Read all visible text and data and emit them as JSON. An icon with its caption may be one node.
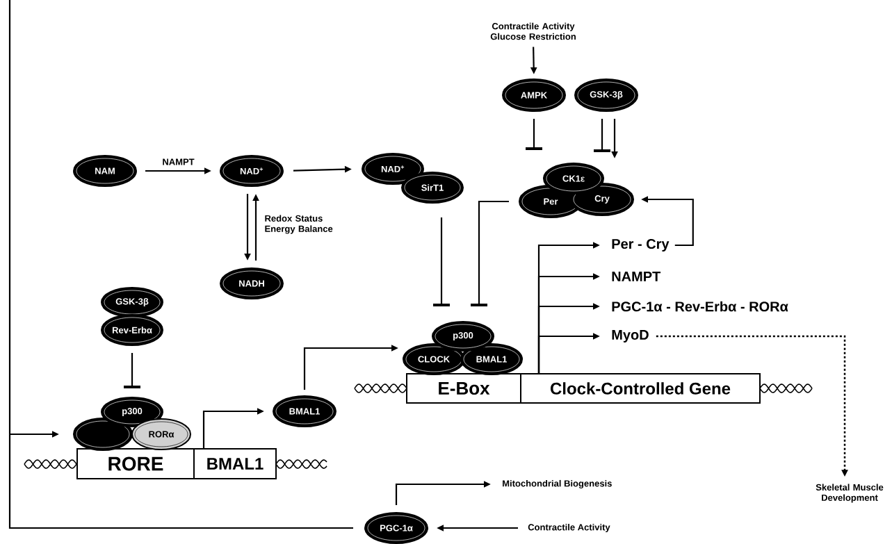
{
  "diagram": {
    "nodes": [
      {
        "text": [
          "Contractile Activity Glucose Restriction"
        ]
      },
      {
        "text": [
          "AMPK"
        ]
      },
      {
        "text": [
          "GSK-3β"
        ]
      },
      {
        "text": [
          "NAM"
        ]
      },
      {
        "text": [
          "NAD$^{+}$"
        ]
      },
      {
        "text": [
          "NAD$^{+}$"
        ]
      },
      {
        "text": [
          "SirT1"
        ]
      },
      {
        "text": [
          "CK1ε"
        ]
      },
      {
        "text": [
          "Per"
        ]
      },
      {
        "text": [
          "Cry"
        ]
      },
      {
        "text": [
          "NADH"
        ]
      },
      {
        "text": [
          "GSK-3β"
        ]
      },
      {
        "text": [
          "Rev-Erbα"
        ]
      },
      {
        "text": [
          "p300"
        ]
      },
      {
        "text": [],
        "shape": "ellipse"
      },
      {
        "text": [
          "RORα"
        ]
      },
      {
        "text": [
          "RORE"
        ]
      },
      {
        "text": [
          "BMAL1"
        ]
      },
      {
        "text": [
          "BMAL1"
        ]
      },
      {
        "text": [
          "p300"
        ]
      },
      {
        "text": [
          "CLOCK"
        ]
      },
      {
        "text": [
          "BMAL1"
        ]
      },
      {
        "text": [
          "E-Box"
        ]
      },
      {
        "text": [
          "Clock-Controlled Gene"
        ]
      },
      {
        "text": [
          "Per - Cry"
        ]
      },
      {
        "text": [
          "NAMPT"
        ]
      },
      {
        "text": [
          "PGC-1α - Rev-Erbα - RORα"
        ]
      },
      {
        "text": [
          "MyoD"
        ]
      },
      {
        "text": [
          "Skeletal Muscle Development"
        ]
      },
      {
        "text": [
          "Mitochondrial Biogenesis"
        ]
      },
      {
        "text": [
          "PGC-1α"
        ]
      },
      {
        "text": [
          "Contractile Activity"
        ]
      }
    ],
    "edges": [
      {
        "from": 0,
        "to": 1,
        "arrow": "to"
      },
      {
        "from": 1,
        "to": 7,
        "arrow": "other"
      },
      {
        "from": 2,
        "to": 7,
        "arrow": "other"
      },
      {
        "from": 2,
        "to": 7,
        "arrow": "to"
      },
      {
        "from": 3,
        "to": 4,
        "arrow": "to",
        "label": "NAMPT"
      },
      {
        "from": 4,
        "to": 5,
        "arrow": "to"
      },
      {
        "from": 4,
        "to": 10,
        "arrow": "to"
      },
      {
        "from": 10,
        "to": 4,
        "arrow": "to"
      },
      {
        "from": 6,
        "to": 19,
        "arrow": "other"
      },
      {
        "from": 8,
        "to": 19,
        "arrow": "other"
      },
      {
        "from": 24,
        "to": 9,
        "arrow": "to"
      },
      {
        "from": 23,
        "to": 24,
        "arrow": "to"
      },
      {
        "from": 23,
        "to": 25,
        "arrow": "to"
      },
      {
        "from": 23,
        "to": 26,
        "arrow": "to"
      },
      {
        "from": 23,
        "to": 27,
        "arrow": "to"
      },
      {
        "from": 27,
        "to": 28,
        "arrow": "to",
        "style": "dashed"
      },
      {
        "from": 12,
        "to": 13,
        "arrow": "other"
      },
      {
        "from": 17,
        "to": 18,
        "arrow": "to"
      },
      {
        "from": 18,
        "to": 20,
        "arrow": "to"
      },
      {
        "from": 30,
        "to": 14,
        "arrow": "to"
      },
      {
        "from": 30,
        "to": 29,
        "arrow": "to"
      },
      {
        "from": 31,
        "to": 30,
        "arrow": "to"
      }
    ],
    "labels": [
      "Redox Status Energy Balance"
    ]
  }
}
